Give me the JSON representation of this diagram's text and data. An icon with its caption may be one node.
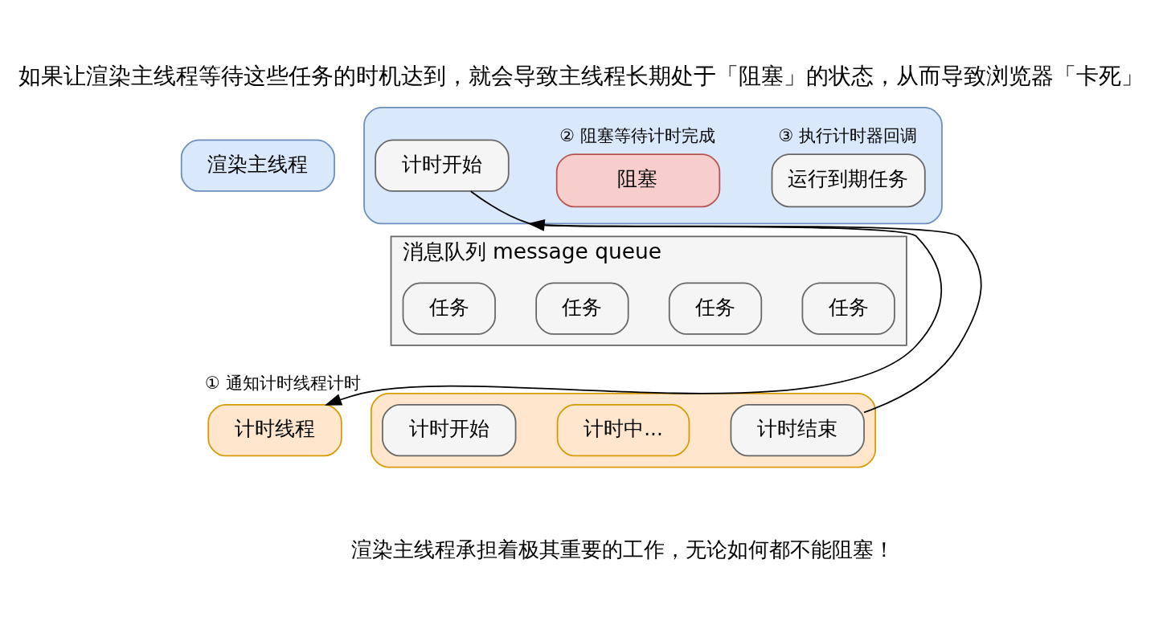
{
  "diagram": {
    "title": "如果让渲染主线程等待这些任务的时机达到，就会导致主线程长期处于「阻塞」的状态，从而导致浏览器「卡死」",
    "caption": "渲染主线程承担着极其重要的工作，无论如何都不能阻塞！",
    "nodes": [
      {
        "text": [
          "渲染主线程"
        ]
      },
      {
        "text": [],
        "shape": "box"
      },
      {
        "text": [
          "计时开始"
        ],
        "in": 1
      },
      {
        "text": [
          "阻塞"
        ],
        "in": 1,
        "beside": [
          "② 阻塞等待计时完成"
        ]
      },
      {
        "text": [
          "运行到期任务"
        ],
        "in": 1,
        "beside": [
          "③ 执行计时器回调"
        ]
      },
      {
        "text": [
          "消息队列 message queue"
        ]
      },
      {
        "text": [
          "任务"
        ],
        "in": 5
      },
      {
        "text": [
          "任务"
        ],
        "in": 5
      },
      {
        "text": [
          "任务"
        ],
        "in": 5
      },
      {
        "text": [
          "任务"
        ],
        "in": 5
      },
      {
        "text": [
          "计时线程"
        ]
      },
      {
        "text": [],
        "shape": "box"
      },
      {
        "text": [
          "计时开始"
        ],
        "in": 11
      },
      {
        "text": [
          "计时中..."
        ],
        "in": 11
      },
      {
        "text": [
          "计时结束"
        ],
        "in": 11
      }
    ],
    "edges": [
      {
        "from": 2,
        "to": 10,
        "arrow": "to",
        "label": "① 通知计时线程计时"
      },
      {
        "from": 14,
        "to": 1,
        "arrow": "to"
      }
    ]
  }
}
